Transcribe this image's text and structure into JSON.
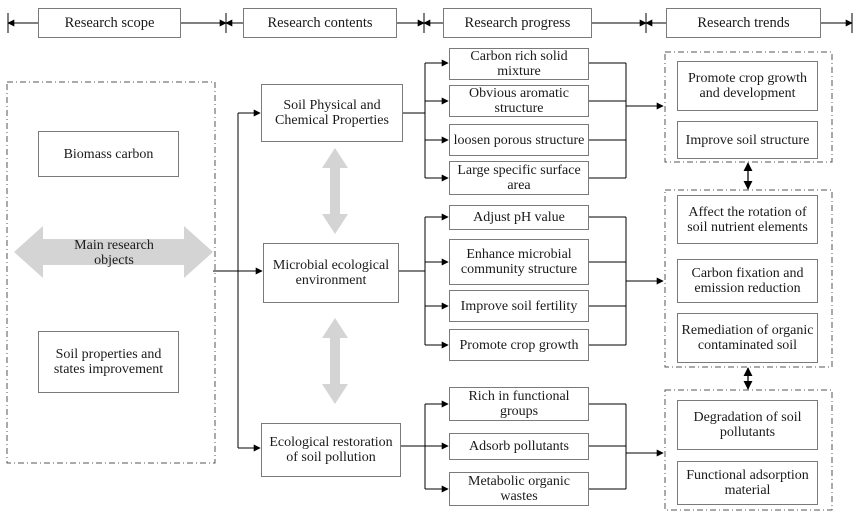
{
  "header": {
    "scope": "Research scope",
    "contents": "Research contents",
    "progress": "Research progress",
    "trends": "Research trends"
  },
  "scope": {
    "biomass": "Biomass carbon",
    "main": "Main research objects",
    "soil_props": "Soil properties and states improvement"
  },
  "contents": {
    "physical": "Soil Physical and Chemical Properties",
    "microbial": "Microbial ecological environment",
    "ecological": "Ecological restoration of soil pollution"
  },
  "progress": {
    "p1": "Carbon rich solid mixture",
    "p2": "Obvious aromatic structure",
    "p3": "loosen porous structure",
    "p4": "Large specific surface area",
    "p5": "Adjust pH value",
    "p6": "Enhance microbial community structure",
    "p7": "Improve soil fertility",
    "p8": "Promote crop growth",
    "p9": "Rich in functional groups",
    "p10": "Adsorb pollutants",
    "p11": "Metabolic organic wastes"
  },
  "trends": {
    "t1": "Promote crop growth and development",
    "t2": "Improve soil structure",
    "t3": "Affect the rotation of soil nutrient elements",
    "t4": "Carbon fixation and emission reduction",
    "t5": "Remediation of organic contaminated soil",
    "t6": "Degradation of soil pollutants",
    "t7": "Functional adsorption material"
  },
  "colors": {
    "line": "#000000",
    "box_border": "#7a7a7a",
    "big_arrow": "#d4d4d4"
  }
}
